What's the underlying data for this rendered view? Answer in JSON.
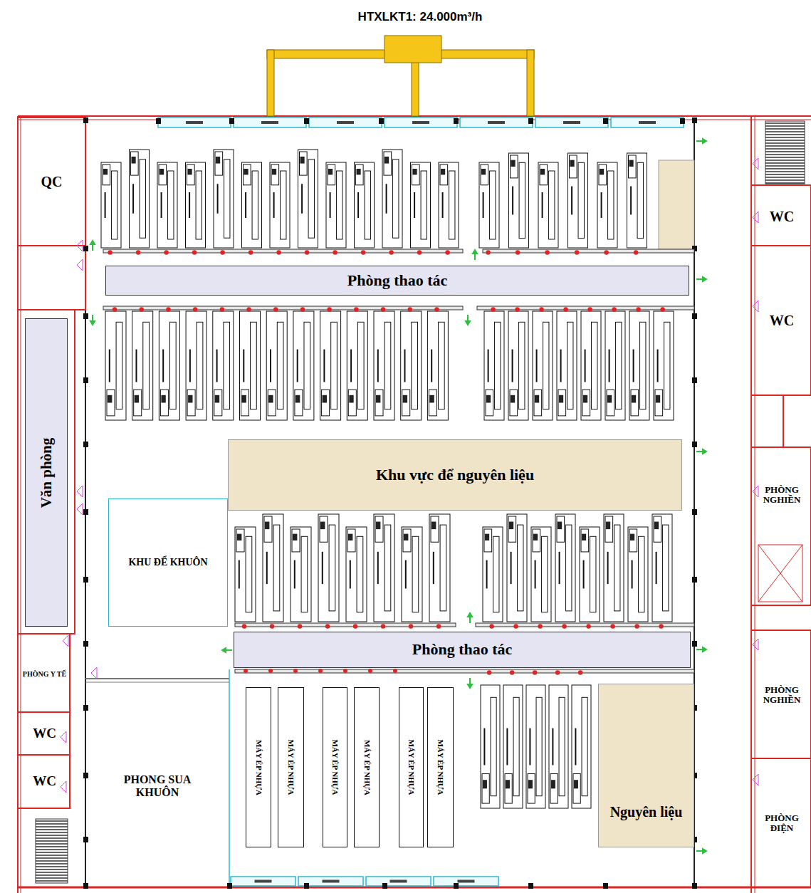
{
  "diagram": {
    "nodes": [
      {
        "text": [
          "QC"
        ]
      },
      {
        "text": [
          "WC"
        ]
      },
      {
        "text": [
          "Phòng thao tác"
        ]
      },
      {
        "text": [
          "WC"
        ]
      },
      {
        "text": [
          "Văn phòng"
        ]
      },
      {
        "text": [
          "PHÒNG NGHIỀN"
        ]
      },
      {
        "text": [
          "Khu vực để nguyên liệu"
        ]
      },
      {
        "text": [
          "KHU ĐỂ KHUÔN"
        ]
      },
      {
        "text": [
          "Phòng thao tác"
        ]
      },
      {
        "text": [
          "PHÒNG Y TẾ"
        ]
      },
      {
        "text": [
          "PHÒNG NGHIỀN"
        ]
      },
      {
        "text": [
          "WC"
        ]
      },
      {
        "text": [
          "WC"
        ]
      },
      {
        "text": [
          "PHONG SUA KHUÔN"
        ]
      },
      {
        "text": [
          "MÁY ÉP NHỰA"
        ]
      },
      {
        "text": [
          "MÁY ÉP NHỰA"
        ]
      },
      {
        "text": [
          "MÁY ÉP NHỰA"
        ]
      },
      {
        "text": [
          "MÁY ÉP NHỰA"
        ]
      },
      {
        "text": [
          "MÁY ÉP NHỰA"
        ]
      },
      {
        "text": [
          "MÁY ÉP NHỰA"
        ]
      },
      {
        "text": [
          "Nguyên liệu"
        ]
      },
      {
        "text": [
          "PHÒNG ĐIỆN"
        ]
      }
    ],
    "labels": [
      "HTXLKT1: 24.000m³/h"
    ]
  }
}
